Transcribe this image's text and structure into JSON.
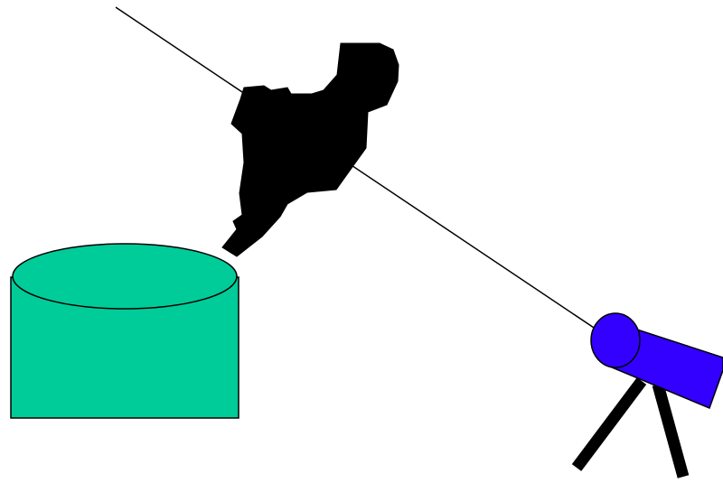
{
  "scene": {
    "background_color": "#ffffff",
    "elements": [
      {
        "id": "sight-line",
        "kind": "line",
        "stroke_color": "#000000"
      },
      {
        "id": "blob",
        "kind": "irregular-shape",
        "fill_color": "#000000"
      },
      {
        "id": "cylinder",
        "kind": "cylinder",
        "fill_color": "#00cc99",
        "stroke_color": "#000000"
      },
      {
        "id": "telescope",
        "kind": "telescope",
        "fill_color": "#3300ff",
        "stroke_color": "#000000",
        "leg_color": "#000000"
      }
    ]
  }
}
